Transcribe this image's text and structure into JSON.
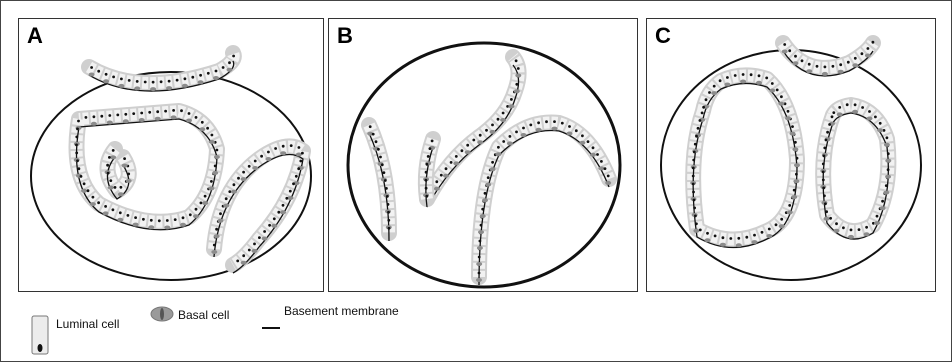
{
  "panels": [
    {
      "label": "A"
    },
    {
      "label": "B"
    },
    {
      "label": "C"
    }
  ],
  "legend": {
    "luminal": "Luminal cell",
    "basal": "Basal cell",
    "membrane": "Basement membrane"
  }
}
